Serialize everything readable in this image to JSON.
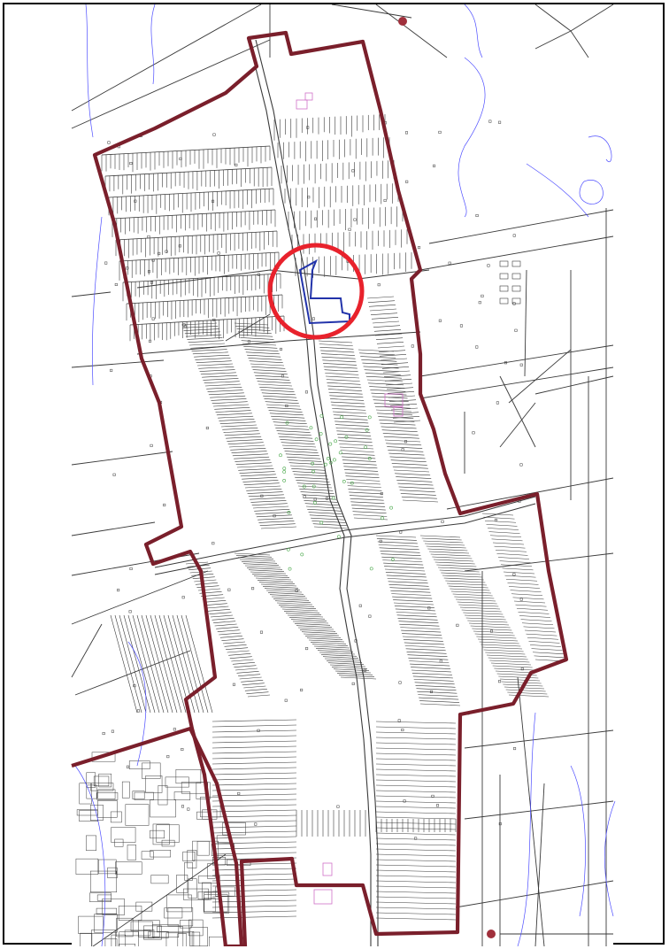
{
  "map": {
    "kind": "cadastral-parcel-map",
    "colors": {
      "paper": "#ffffff",
      "frame": "#000000",
      "parcel_lines": "#3a3a3a",
      "boundary": "#7a1f2b",
      "boundary_node": "#a0303c",
      "waterways": "#4d4dff",
      "highlight_circle": "#e8222c",
      "highlighted_parcel": "#2233aa",
      "building_outline": "#d070c8",
      "vegetation": "#49a84a"
    },
    "icons": [
      "boundary-line",
      "road",
      "waterway",
      "parcel",
      "highlight-circle",
      "boundary-node"
    ]
  }
}
